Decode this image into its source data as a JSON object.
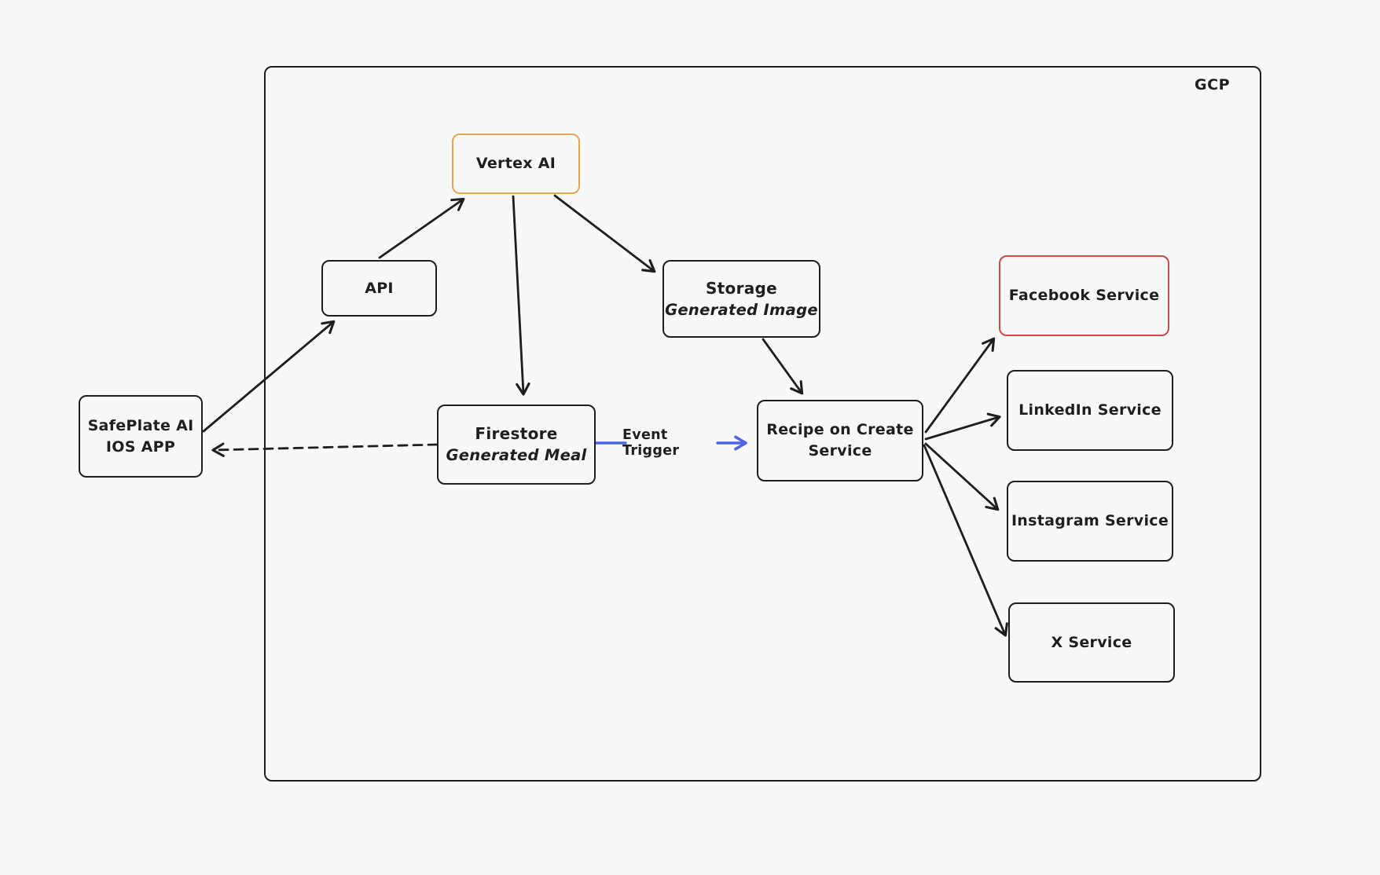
{
  "canvas": {
    "background": "#f6f8fa",
    "ink": "#1e1e1e"
  },
  "container": {
    "label": "GCP"
  },
  "nodes": {
    "safeplate": {
      "label": "SafePlate AI\nIOS APP"
    },
    "api": {
      "label": "API"
    },
    "vertex": {
      "label": "Vertex AI",
      "border": "#e8a550"
    },
    "storage": {
      "title": "Storage",
      "subtitle": "Generated Image"
    },
    "firestore": {
      "title": "Firestore",
      "subtitle": "Generated Meal"
    },
    "recipe": {
      "label": "Recipe on Create\nService"
    },
    "facebook": {
      "label": "Facebook Service",
      "border": "#d04a42"
    },
    "linkedin": {
      "label": "LinkedIn Service"
    },
    "instagram": {
      "label": "Instagram Service"
    },
    "xservice": {
      "label": "X Service"
    }
  },
  "edges": {
    "event_trigger_label": "Event Trigger",
    "event_trigger_color": "#4e64e8"
  }
}
